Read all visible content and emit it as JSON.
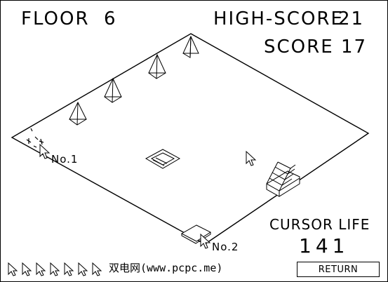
{
  "hud": {
    "floor_label": "FLOOR",
    "floor_value": "6",
    "high_score_label": "HIGH-SCORE",
    "high_score_value": "21",
    "score_label": "SCORE",
    "score_value": "17",
    "cursor_life_label": "CURSOR LIFE",
    "cursor_life_value": "141"
  },
  "board": {
    "player_1_label": "No.1",
    "player_2_label": "No.2"
  },
  "footer": {
    "remaining_cursors": 7,
    "watermark": "双电网(www.pcpc.me)",
    "return_label": "RETURN"
  },
  "icons": {
    "life": "arrow-cursor-icon",
    "enemy": "pyramid-icon",
    "exit": "stairs-icon",
    "hole": "pit-icon",
    "start_pad": "start-pad-icon"
  },
  "colors": {
    "background": "#ffffff",
    "ink": "#000000"
  }
}
